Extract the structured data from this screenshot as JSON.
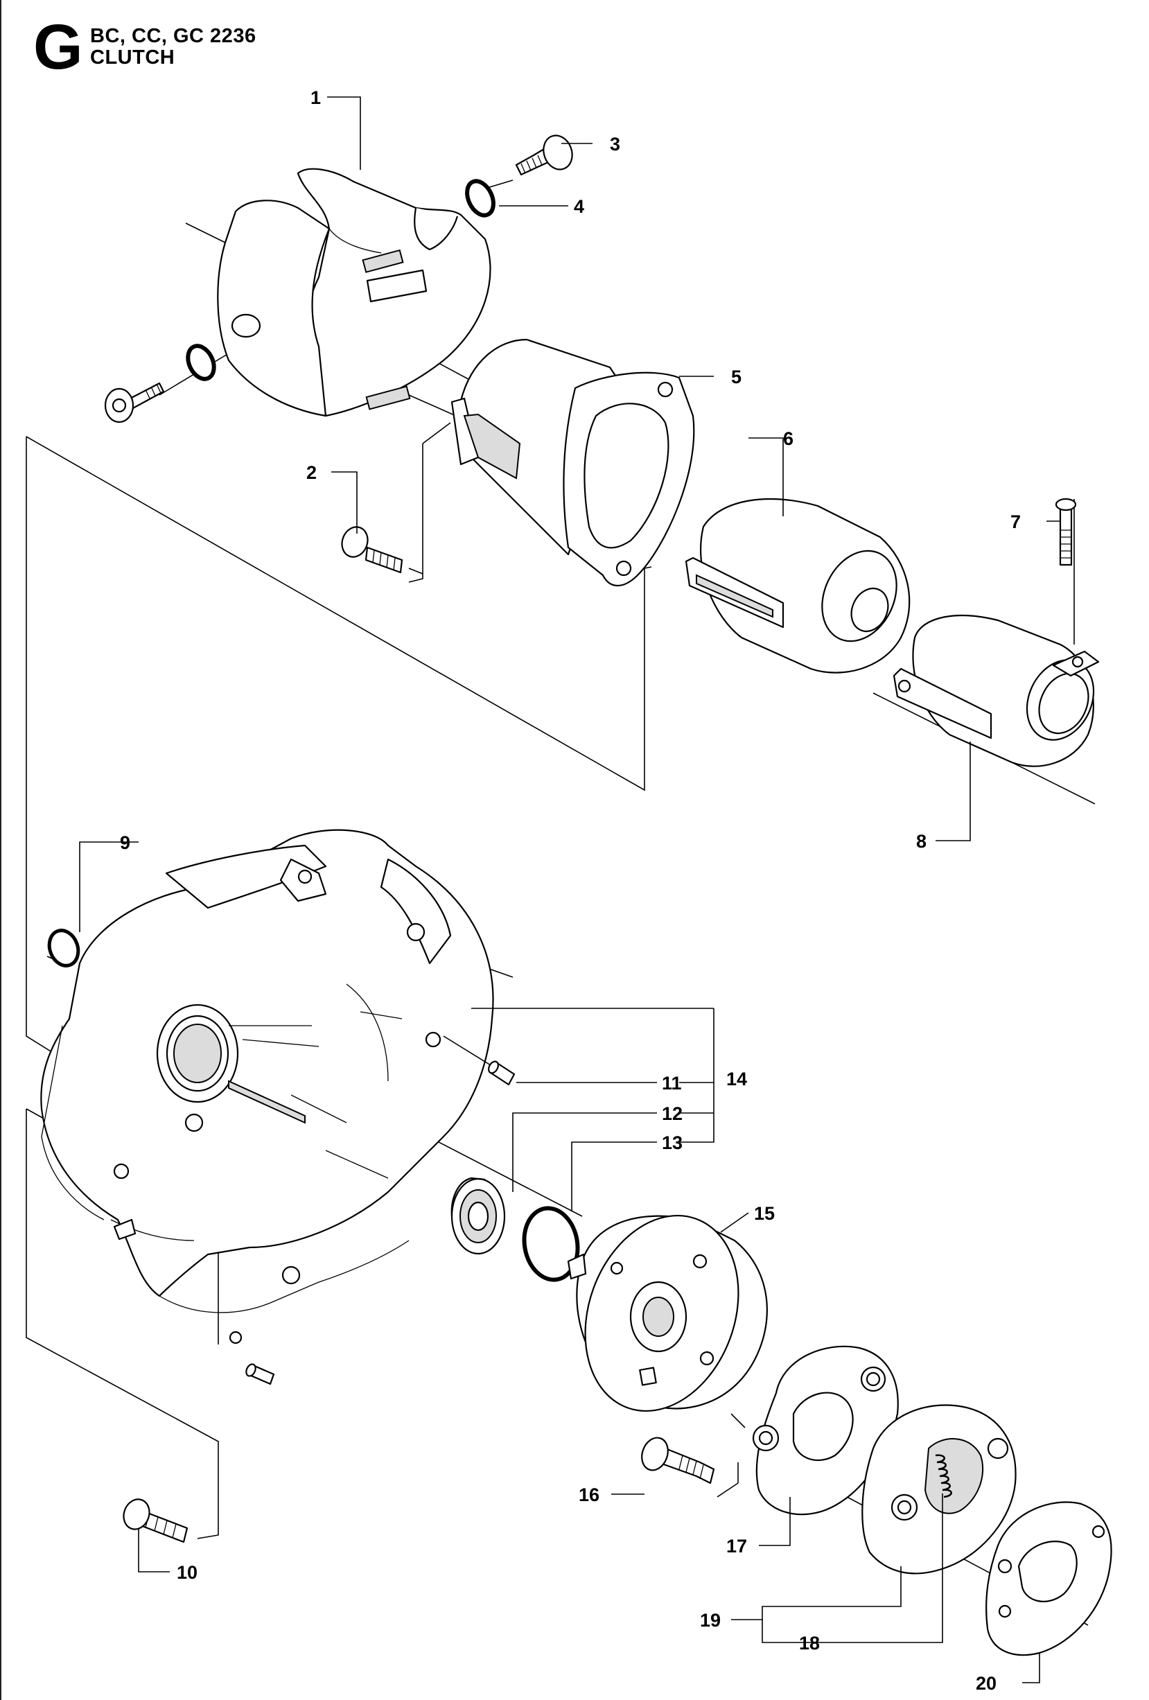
{
  "header": {
    "section_letter": "G",
    "model_line": "BC, CC, GC 2236",
    "title": "CLUTCH"
  },
  "callouts": {
    "p1": "1",
    "p2": "2",
    "p3": "3",
    "p4": "4",
    "p5": "5",
    "p6": "6",
    "p7": "7",
    "p8": "8",
    "p9": "9",
    "p10": "10",
    "p11": "11",
    "p12": "12",
    "p13": "13",
    "p14": "14",
    "p15": "15",
    "p16": "16",
    "p17": "17",
    "p18": "18",
    "p19": "19",
    "p20": "20"
  }
}
